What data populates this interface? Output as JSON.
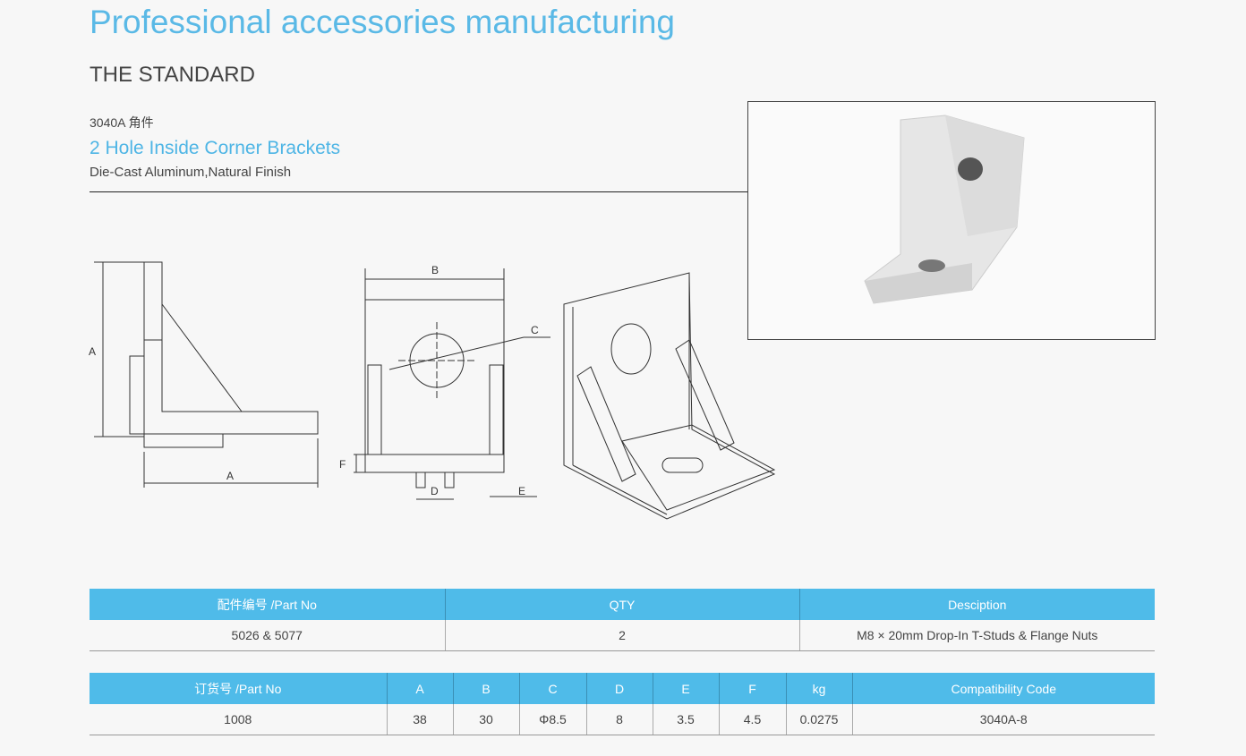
{
  "header": {
    "title": "Professional accessories manufacturing",
    "subtitle": "THE STANDARD"
  },
  "product": {
    "code": "3040A 角件",
    "name": "2 Hole Inside Corner Brackets",
    "finish": "Die-Cast Aluminum,Natural Finish"
  },
  "drawing_labels": {
    "a": "A",
    "b": "B",
    "c": "C",
    "d": "D",
    "e": "E",
    "f": "F"
  },
  "table1": {
    "headers": [
      "配件编号 /Part No",
      "QTY",
      "Desciption"
    ],
    "rows": [
      [
        "5026 & 5077",
        "2",
        "M8 × 20mm Drop-In T-Studs & Flange Nuts"
      ]
    ]
  },
  "table2": {
    "headers": [
      "订货号 /Part No",
      "A",
      "B",
      "C",
      "D",
      "E",
      "F",
      "kg",
      "Compatibility Code"
    ],
    "rows": [
      [
        "1008",
        "38",
        "30",
        "Φ8.5",
        "8",
        "3.5",
        "4.5",
        "0.0275",
        "3040A-8"
      ]
    ]
  },
  "colors": {
    "accent": "#4fbbe9",
    "title": "#5ab9e6"
  }
}
